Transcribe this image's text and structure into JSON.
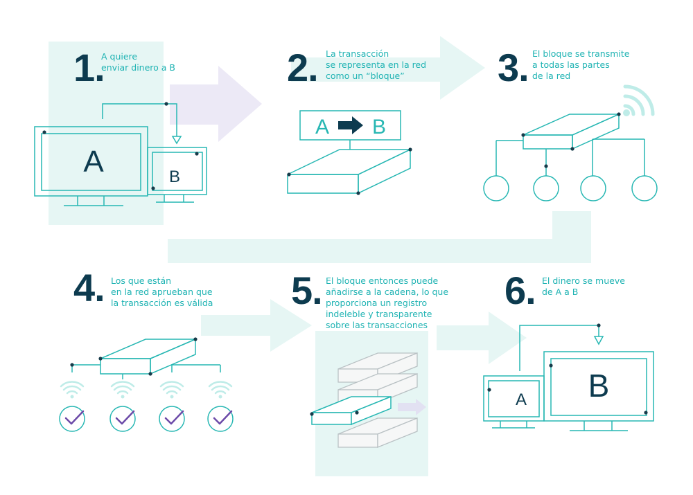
{
  "colors": {
    "teal": "#27b7b3",
    "light_band": "#e6f6f4",
    "lavender": "#ece9f6",
    "navy": "#0d3b4f",
    "dark": "#173b4a",
    "purple": "#6c4aa8",
    "gray": "#b9c1c4"
  },
  "steps": [
    {
      "number": "1.",
      "lines": [
        "A quiere",
        "enviar dinero a B"
      ]
    },
    {
      "number": "2.",
      "lines": [
        "La transacción",
        "se representa en la red",
        "como un “bloque”"
      ]
    },
    {
      "number": "3.",
      "lines": [
        "El bloque se transmite",
        "a todas las partes",
        "de la red"
      ]
    },
    {
      "number": "4.",
      "lines": [
        "Los que están",
        "en la red  aprueban que",
        "la transacción es válida"
      ]
    },
    {
      "number": "5.",
      "lines": [
        "El bloque entonces puede",
        "añadirse a la cadena, lo que",
        "proporciona un registro",
        "indeleble y transparente",
        "sobre las transacciones"
      ]
    },
    {
      "number": "6.",
      "lines": [
        "El dinero se mueve",
        "de A a B"
      ]
    }
  ],
  "labels": {
    "step1_monitor_big": "A",
    "step1_monitor_small": "B",
    "step2_from": "A",
    "step2_to": "B",
    "step6_monitor_small": "A",
    "step6_monitor_big": "B"
  },
  "icons": {
    "transfer_arrow": "right-arrow-icon",
    "broadcast": "wifi-icon",
    "approval": "checkmark-icon"
  }
}
